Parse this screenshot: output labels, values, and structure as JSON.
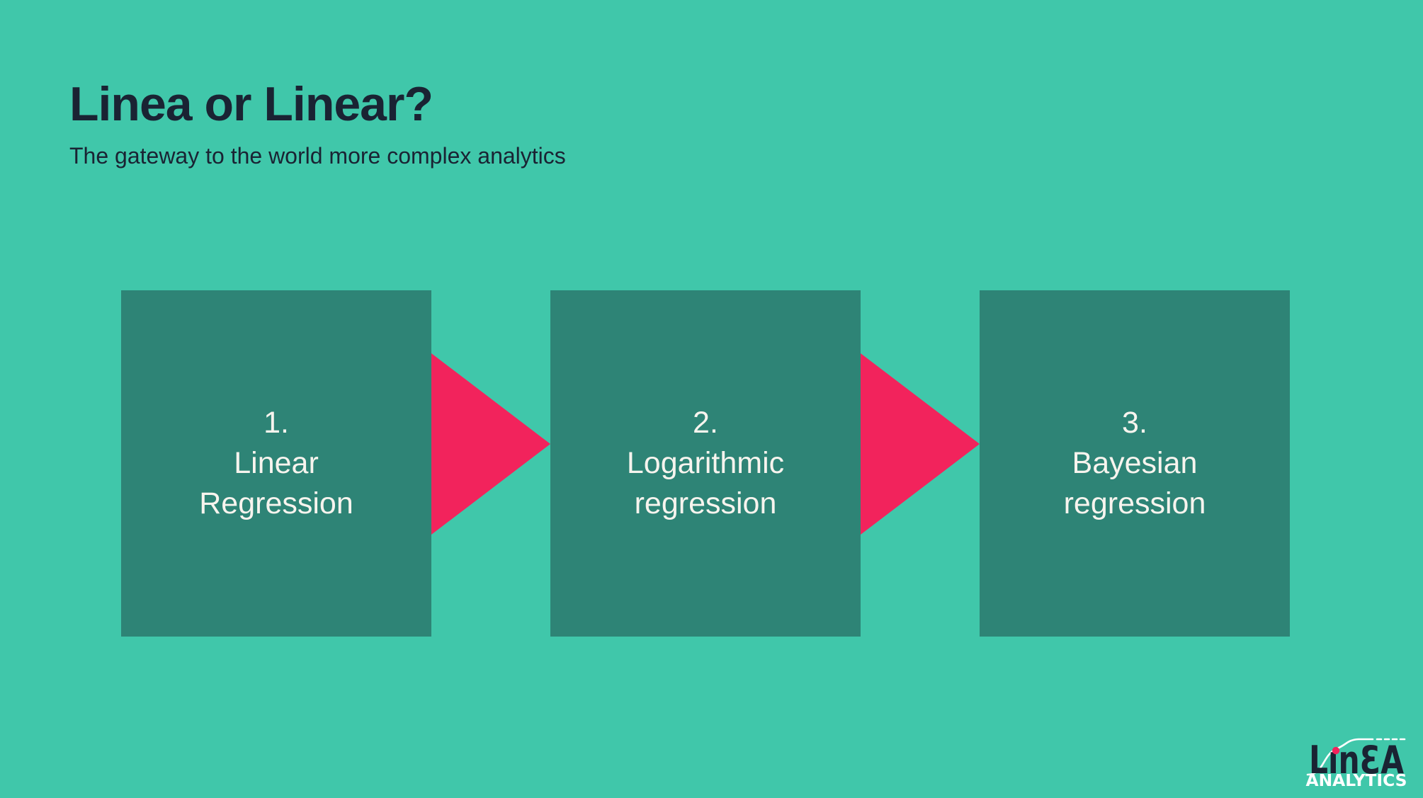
{
  "slide": {
    "title": "Linea or Linear?",
    "subtitle": "The gateway to the world more complex analytics"
  },
  "steps": [
    {
      "number": "1.",
      "line1": "Linear",
      "line2": "Regression"
    },
    {
      "number": "2.",
      "line1": "Logarithmic",
      "line2": "regression"
    },
    {
      "number": "3.",
      "line1": "Bayesian",
      "line2": "regression"
    }
  ],
  "logo": {
    "brand": "Linea Analytics",
    "wordmark": "LınƐA",
    "subtext": "ANALYTICS"
  },
  "colors": {
    "background": "#40C7AA",
    "card": "#2E8476",
    "arrow": "#F2235C",
    "heading": "#1A2333",
    "card_text": "#F7F4EE",
    "logo_dot": "#F2235C",
    "logo_curve": "#FFFFFF"
  }
}
